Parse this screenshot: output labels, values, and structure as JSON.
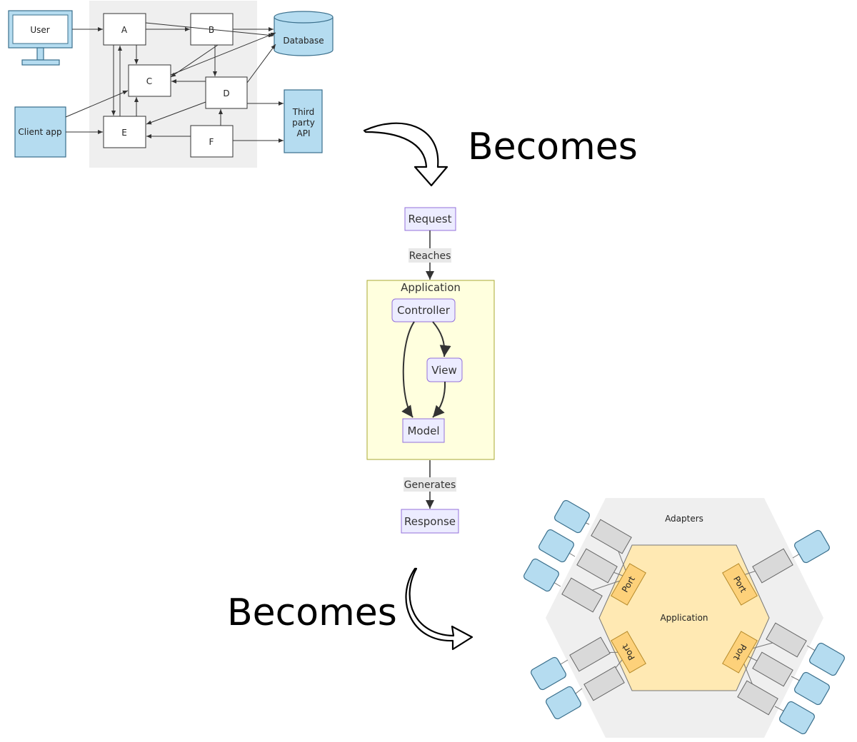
{
  "becomes_top": "Becomes",
  "becomes_bottom": "Becomes",
  "legacy": {
    "user": "User",
    "client_app": "Client app",
    "database": "Database",
    "third_party": [
      "Third",
      "party",
      "API"
    ],
    "nodes": [
      "A",
      "B",
      "C",
      "D",
      "E",
      "F"
    ]
  },
  "mvc": {
    "request": "Request",
    "reaches": "Reaches",
    "application": "Application",
    "controller": "Controller",
    "view": "View",
    "model": "Model",
    "generates": "Generates",
    "response": "Response"
  },
  "hexagonal": {
    "adapters": "Adapters",
    "application": "Application",
    "port": "Port"
  },
  "colors": {
    "legacy_bg": "#efefef",
    "blue": "#b5dcf0",
    "mermaid_node": "#ececff",
    "mermaid_border": "#9370db",
    "mermaid_cluster": "#ffffde",
    "hex_outer": "#efefef",
    "hex_inner": "#ffe9b3",
    "port": "#fdd17a",
    "adapter_gray": "#d9d9d9"
  }
}
